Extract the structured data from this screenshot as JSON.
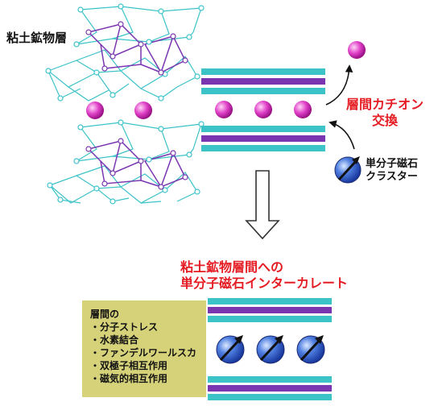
{
  "top_left_label": "粘土鉱物層",
  "exchange_label": [
    "層間カチオン",
    "交換"
  ],
  "smm_label": [
    "単分子磁石",
    "クラスター"
  ],
  "bottom_heading": [
    "粘土鉱物層間への",
    "単分子磁石インターカレート"
  ],
  "interactions_title": "層間の",
  "interactions": [
    "・分子ストレス",
    "・水素結合",
    "・ファンデルワールスカ",
    "・双極子相互作用",
    "・磁気的相互作用"
  ],
  "colors": {
    "layer_teal": "#3cc3c8",
    "layer_purple": "#7a35b0",
    "cation_pink": "#e040c8",
    "label_red": "#e51c23",
    "box_fill": "#d6d27a",
    "magnet_blue": "#2d5fd0"
  }
}
